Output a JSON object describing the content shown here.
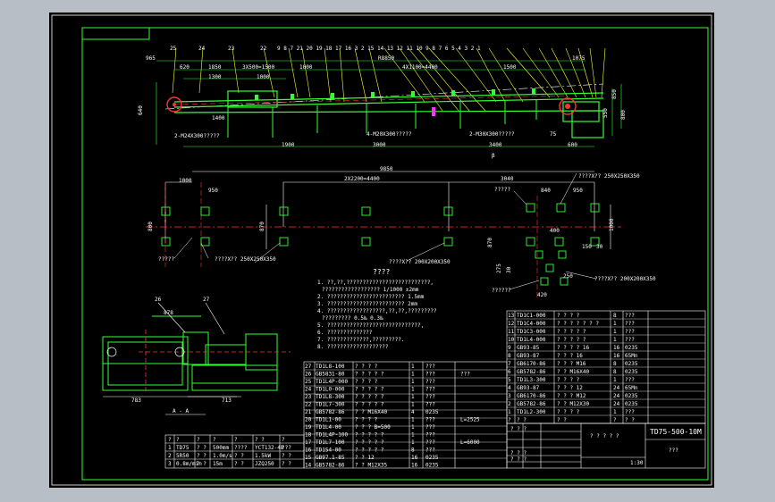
{
  "elevation": {
    "balloons_top": [
      "25",
      "24",
      "23",
      "22",
      "9 8 7 21 20 19 18 17 16 3 2 15 14 13 12 11 10 9 8 7 6 5 4 3 2 1"
    ],
    "dims": {
      "d965": "965",
      "d620": "620",
      "d1850": "1850",
      "d3x500": "3X500=1500",
      "d1000a": "1000",
      "r8850": "R8850",
      "d4x1100": "4X1100=4400",
      "d1500": "1500",
      "d1075": "1075",
      "d1300": "1300",
      "d1000b": "1000",
      "d1400": "1400",
      "d640": "640",
      "d850": "850",
      "d800": "800",
      "d550": "550",
      "d1900": "1900",
      "d3000": "3000",
      "d3400": "3400",
      "d75": "75",
      "d600": "600"
    },
    "notes": {
      "bolt_left": "2-M24X300?????",
      "bolt_mid": "4-M20X300?????",
      "bolt_right": "2-M30X300?????",
      "angle": "β"
    }
  },
  "plan": {
    "dims": {
      "d9850": "9850",
      "d1000": "1000",
      "d950a": "950",
      "d2x2200": "2X2200=4400",
      "d3040": "3040",
      "d840": "840",
      "d950b": "950",
      "d800": "800",
      "d870a": "870",
      "d1000v": "1000",
      "d870b": "870",
      "d400": "400",
      "d150": "150",
      "d30": "30",
      "d420": "420",
      "d250": "250",
      "d275": "275",
      "d30b": "30"
    },
    "notes": {
      "left": "?????",
      "pit_a": "????X?? 250X250X350",
      "pit_b": "????X?? 200X200X350",
      "pit_c": "????X?? 250X250X350",
      "right": "?????",
      "pit_d": "????X?? 200X200X350",
      "bottom": "??????"
    }
  },
  "notes": {
    "title": "????",
    "lines": [
      "1. ??,??,??????????????????????????,",
      "   ??????????????????     1/1000    ±2mm",
      "2. ????????????????????????          1.5mm",
      "3. ????????????????????????          2mm",
      "4. ??????????????????,??,??,?????????",
      "   ?????????   0.5‰              0.3‰",
      "5. ?????????????????????????????,",
      "6. ??????????????",
      "7. ?????????????,?????????.",
      "8. ???????????????????"
    ]
  },
  "drive": {
    "balloon_a": "26",
    "balloon_b": "27",
    "dim_878": "878",
    "dim_783": "783",
    "dim_713": "713",
    "section": "A - A"
  },
  "parts_upper": [
    [
      "13",
      "TD1C1-000",
      "? ? ? ?",
      "8",
      "???"
    ],
    [
      "12",
      "TD1C4-000",
      "? ? ? ? ? ? ?",
      "1",
      "???"
    ],
    [
      "11",
      "TD1C3-000",
      "? ? ? ? ?",
      "1",
      "???"
    ],
    [
      "10",
      "TD1L4-000",
      "? ? ? ? ?",
      "1",
      "???"
    ],
    [
      "9",
      "GB93-85",
      "? ? ? ?   16",
      "16",
      "0235"
    ],
    [
      "8",
      "GB93-87",
      "? ? ?    16",
      "16",
      "65Mn"
    ],
    [
      "7",
      "GB6170-86",
      "? ? ?    M16",
      "8",
      "0235"
    ],
    [
      "6",
      "GB5782-86",
      "? ?     M16X40",
      "8",
      "0235"
    ],
    [
      "5",
      "TD1L3-300",
      "? ? ? ?",
      "1",
      "???"
    ],
    [
      "4",
      "GB93-87",
      "? ? ?    12",
      "24",
      "65Mn"
    ],
    [
      "3",
      "GB6170-86",
      "? ? ?    M12",
      "24",
      "0235"
    ],
    [
      "2",
      "GB5782-86",
      "? ?     M12X30",
      "24",
      "0235"
    ],
    [
      "1",
      "TD1L2-300",
      "? ? ? ?",
      "1",
      "???"
    ],
    [
      "?",
      "?  ?",
      "?   ?",
      "?",
      "?  ?"
    ]
  ],
  "parts_middle": [
    [
      "27",
      "TD1L8-100",
      "? ? ? ?",
      "1",
      "???",
      ""
    ],
    [
      "26",
      "GB5831-80",
      "? ? ? ? ?",
      "1",
      "???",
      "???"
    ],
    [
      "25",
      "TD1L4P-000",
      "? ? ? ?",
      "1",
      "???",
      ""
    ],
    [
      "24",
      "TD1L0-000",
      "? ? ? ? ?",
      "1",
      "???",
      ""
    ],
    [
      "23",
      "TD1L8-300",
      "? ? ? ? ?",
      "1",
      "???",
      ""
    ],
    [
      "22",
      "TD1L7-300",
      "? ? ? ? ?",
      "1",
      "???",
      ""
    ],
    [
      "21",
      "GB5782-86",
      "? ?    M16X40",
      "4",
      "0235",
      ""
    ],
    [
      "20",
      "TD1L1-00",
      "? ? ? ?",
      "1",
      "???",
      "L=2525"
    ],
    [
      "19",
      "TD1L4-00",
      "? ? ?  B=500",
      "1",
      "???",
      ""
    ],
    [
      "18",
      "TD1L4P-100",
      "? ? ? ? ?",
      "1",
      "???",
      ""
    ],
    [
      "17",
      "TD1L7-100",
      "? ? ? ? ?",
      "1",
      "???",
      "L=6000"
    ],
    [
      "16",
      "TD1S4-00",
      "? ? ? ? ?",
      "8",
      "???",
      ""
    ],
    [
      "15",
      "GB97.1-85",
      "? ?    12",
      "16",
      "0235",
      ""
    ],
    [
      "14",
      "GB5782-86",
      "? ?   M12X35",
      "16",
      "0235",
      ""
    ]
  ],
  "spec_rows": [
    [
      "?",
      "?",
      "?",
      "?",
      "?",
      "?  ?",
      "?"
    ],
    [
      "1",
      "TD75",
      "?  ?",
      "500mm",
      "????",
      "YCT132-4B",
      "???"
    ],
    [
      "2",
      "5R50",
      "?  ?",
      "1.0m/s",
      "?  ?",
      "1.5kW",
      "?  ?"
    ],
    [
      "3",
      "0.8m/min",
      "?  ?",
      "15m",
      "?  ?",
      "JZQ250",
      "?  ?"
    ]
  ],
  "title_block": {
    "name": "? ? ? ? ?",
    "drawing_no": "TD75-500-10M",
    "subtitle": "???",
    "scale": "1:30",
    "rows": [
      "?  ?   ?",
      "?  ?   ?",
      "?  ?   ?"
    ]
  }
}
